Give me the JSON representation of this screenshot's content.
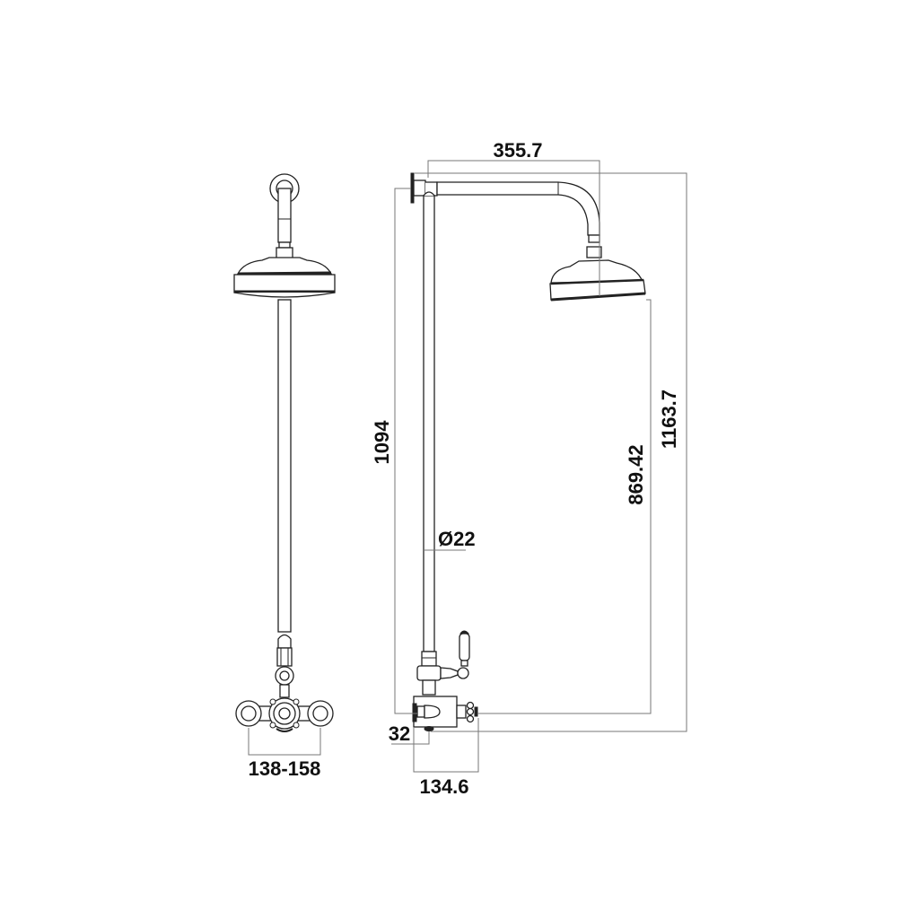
{
  "drawing": {
    "subject": "Exposed thermostatic shower valve with rigid riser and overhead shower head",
    "views": [
      {
        "name": "front-view",
        "label": ""
      },
      {
        "name": "side-view",
        "label": ""
      }
    ]
  },
  "dimensions": {
    "arm_projection": "355.7",
    "overall_height_left": "1094",
    "riser_diameter": "Ø22",
    "head_to_valve_height": "869.42",
    "overall_height_right": "1163.7",
    "valve_projection_small": "32",
    "valve_depth": "134.6",
    "inlet_centres": "138-158"
  },
  "colors": {
    "line": "#222222",
    "dimension_line": "#777777",
    "text": "#111111",
    "background": "#ffffff"
  }
}
